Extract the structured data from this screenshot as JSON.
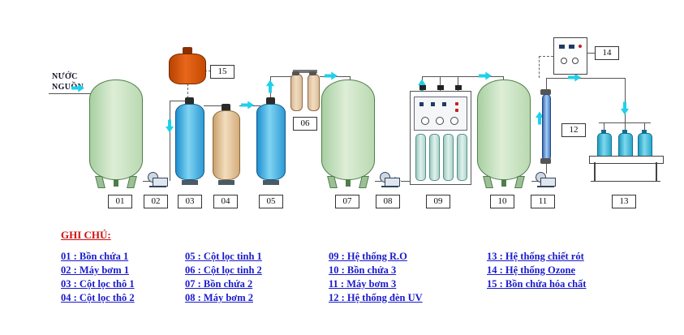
{
  "source": {
    "line1": "NƯỚC",
    "line2": "NGUỒN"
  },
  "tags": {
    "t01": "01",
    "t02": "02",
    "t03": "03",
    "t04": "04",
    "t05": "05",
    "t06": "06",
    "t07": "07",
    "t08": "08",
    "t09": "09",
    "t10": "10",
    "t11": "11",
    "t12": "12",
    "t13": "13",
    "t14": "14",
    "t15": "15"
  },
  "legend": {
    "title": "GHI CHÚ:",
    "columns": [
      [
        "01 : Bồn chứa 1",
        "02 : Máy bơm 1",
        "03 : Cột lọc thô 1",
        "04 : Cột lọc thô 2"
      ],
      [
        "05 : Cột lọc tinh 1",
        "06 : Cột lọc tinh 2",
        "07 : Bồn chứa 2",
        "08 : Máy bơm 2"
      ],
      [
        "09 : Hệ thống R.O",
        "10 : Bồn chứa 3",
        "11 : Máy bơm 3",
        "12 : Hệ thống đèn UV"
      ],
      [
        "13 : Hệ thống chiết rót",
        "14 : Hệ thống Ozone",
        "15 : Bồn chứa hóa chất"
      ]
    ]
  },
  "colors": {
    "tank_green": "#cdeac4",
    "column_blue": "#2e9ad4",
    "column_tan": "#e3c49a",
    "chemical_orange": "#d4560a",
    "arrow_cyan": "#1fd0ea",
    "bottle_blue": "#2aa8cc",
    "legend_blue": "#1a1acc",
    "note_red": "#cc1111"
  }
}
